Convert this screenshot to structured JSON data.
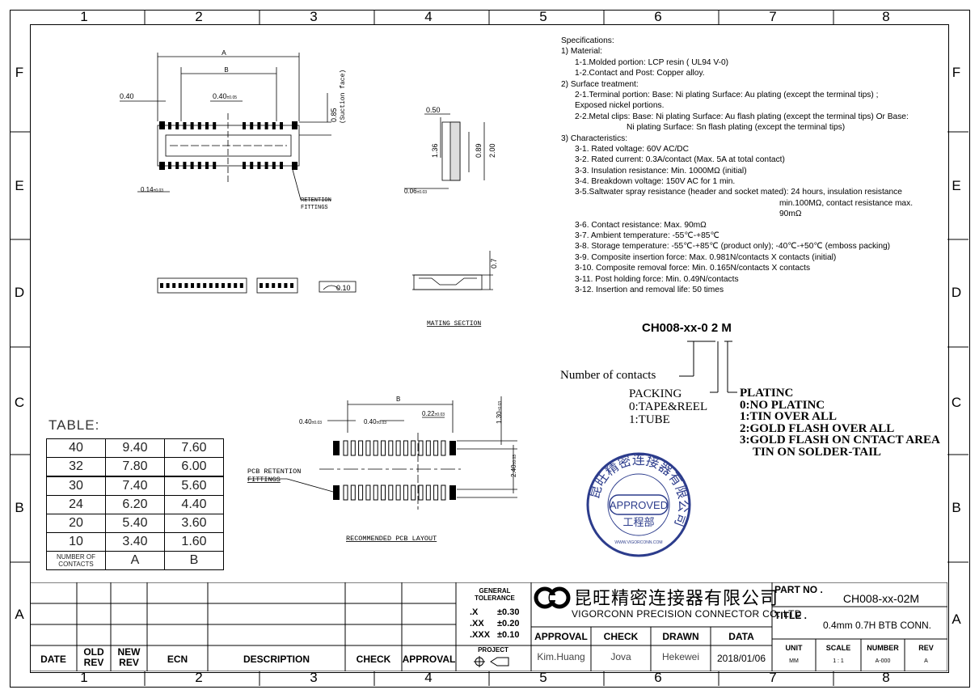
{
  "zones_top": [
    "1",
    "2",
    "3",
    "4",
    "5",
    "6",
    "7",
    "8"
  ],
  "zones_side": [
    "F",
    "E",
    "D",
    "C",
    "B",
    "A"
  ],
  "specs": [
    {
      "t": "Specifications:",
      "lv": 1
    },
    {
      "t": "1) Material:",
      "lv": 1
    },
    {
      "t": "1-1.Molded portion: LCP resin ( UL94 V-0)",
      "lv": 2
    },
    {
      "t": "1-2.Contact and Post: Copper alloy.",
      "lv": 2
    },
    {
      "t": "2) Surface treatment:",
      "lv": 1
    },
    {
      "t": "2-1.Terminal portion: Base: Ni plating Surface: Au plating (except the terminal tips) ;",
      "lv": 2
    },
    {
      "t": "Exposed nickel portions.",
      "lv": 2
    },
    {
      "t": "2-2.Metal clips: Base: Ni plating Surface: Au flash plating (except the terminal tips) Or Base:",
      "lv": 2
    },
    {
      "t": "Ni plating Surface: Sn flash plating (except the terminal tips)",
      "lv": 3
    },
    {
      "t": "3) Characteristics:",
      "lv": 1
    },
    {
      "t": "3-1. Rated voltage: 60V AC/DC",
      "lv": 2
    },
    {
      "t": "3-2. Rated current: 0.3A/contact (Max. 5A at total contact)",
      "lv": 2
    },
    {
      "t": "3-3. Insulation resistance: Min. 1000MΩ (initial)",
      "lv": 2
    },
    {
      "t": "3-4. Breakdown voltage: 150V AC for 1 min.",
      "lv": 2
    },
    {
      "t": "3-5.Saltwater spray resistance (header and socket mated): 24 hours, insulation resistance",
      "lv": 2
    },
    {
      "t": "min.100MΩ, contact resistance max.",
      "lv": 4
    },
    {
      "t": "90mΩ",
      "lv": 4
    },
    {
      "t": "3-6. Contact resistance: Max. 90mΩ",
      "lv": 2
    },
    {
      "t": "3-7. Ambient temperature: -55℃-+85℃",
      "lv": 2
    },
    {
      "t": "3-8. Storage temperature: -55℃-+85℃ (product only); -40℃-+50℃ (emboss packing)",
      "lv": 2
    },
    {
      "t": "3-9. Composite insertion force: Max. 0.981N/contacts X contacts (initial)",
      "lv": 2
    },
    {
      "t": "3-10. Composite removal force: Min. 0.165N/contacts X contacts",
      "lv": 2
    },
    {
      "t": "3-11. Post holding force: Min. 0.49N/contacts",
      "lv": 2
    },
    {
      "t": "3-12. Insertion and removal life: 50 times",
      "lv": 2
    }
  ],
  "dims": {
    "A": "A",
    "B": "B",
    "d040": "0.40",
    "d040tol": "0.40",
    "tol003": "±0.03",
    "tol005": "±0.05",
    "d085": "0.85",
    "suction": "(Suction face)",
    "d014": "0.14",
    "d006": "0.06",
    "d050": "0.50",
    "d136": "1.36",
    "d089": "0.89",
    "d200": "2.00",
    "d07": "0.7",
    "d010": "0.10",
    "retention": "RETENTION",
    "fittings": "FITTINGS",
    "mating": "MATING SECTION",
    "pcb_ret": "PCB RETENTION",
    "pcb_fit": "FITTINGS",
    "pcb_layout": "RECOMMENDED PCB LAYOUT",
    "d022": "0.22",
    "d130": "1.30",
    "d240": "2.40"
  },
  "part_code": "CH008-xx-0 2 M",
  "legend": {
    "contacts": "Number of contacts",
    "packing": "PACKING",
    "pack0": "0:TAPE&REEL",
    "pack1": "1:TUBE",
    "plating": "PLATINC",
    "plat0": "0:NO PLATINC",
    "plat1": "1:TIN OVER ALL",
    "plat2": "2:GOLD FLASH OVER ALL",
    "plat3": "3:GOLD FLASH ON CNTACT AREA",
    "plat3b": "TIN ON SOLDER-TAIL"
  },
  "table": {
    "title": "TABLE:",
    "rows": [
      [
        "40",
        "9.40",
        "7.60"
      ],
      [
        "32",
        "7.80",
        "6.00"
      ],
      [
        "30",
        "7.40",
        "5.60"
      ],
      [
        "24",
        "6.20",
        "4.40"
      ],
      [
        "20",
        "5.40",
        "3.60"
      ],
      [
        "10",
        "3.40",
        "1.60"
      ]
    ],
    "footer": [
      "NUMBER OF CONTACTS",
      "A",
      "B"
    ]
  },
  "stamp": {
    "ring": "昆旺精密连接器有限公司",
    "approved": "APPROVED",
    "dept": "工程部",
    "url": "WWW.VIGORCONN.COM"
  },
  "titleblock": {
    "rev_headers": [
      "DATE",
      "OLD REV",
      "NEW REV",
      "ECN",
      "DESCRIPTION",
      "CHECK",
      "APPROVAL"
    ],
    "tolerance_title": "GENERAL TOLERANCE",
    "tolerances": [
      [
        ".X",
        "±0.30"
      ],
      [
        ".XX",
        "±0.20"
      ],
      [
        ".XXX",
        "±0.10"
      ]
    ],
    "project": "PROJECT",
    "company_cn": "昆旺精密连接器有限公司",
    "company_en": "VIGORCONN PRECISION CONNECTOR CO.,LTD",
    "sign_headers": [
      "APPROVAL",
      "CHECK",
      "DRAWN",
      "DATA"
    ],
    "sign_values": [
      "Kim.Huang",
      "Jova",
      "Hekewei",
      "2018/01/06"
    ],
    "part_no_label": "PART NO .",
    "part_no": "CH008-xx-02M",
    "title_label": "TITLE .",
    "title": "0.4mm 0.7H BTB CONN.",
    "meta_headers": [
      "UNIT",
      "SCALE",
      "NUMBER",
      "REV"
    ],
    "meta_values": [
      "MM",
      "1 : 1",
      "A-000",
      "A"
    ]
  }
}
